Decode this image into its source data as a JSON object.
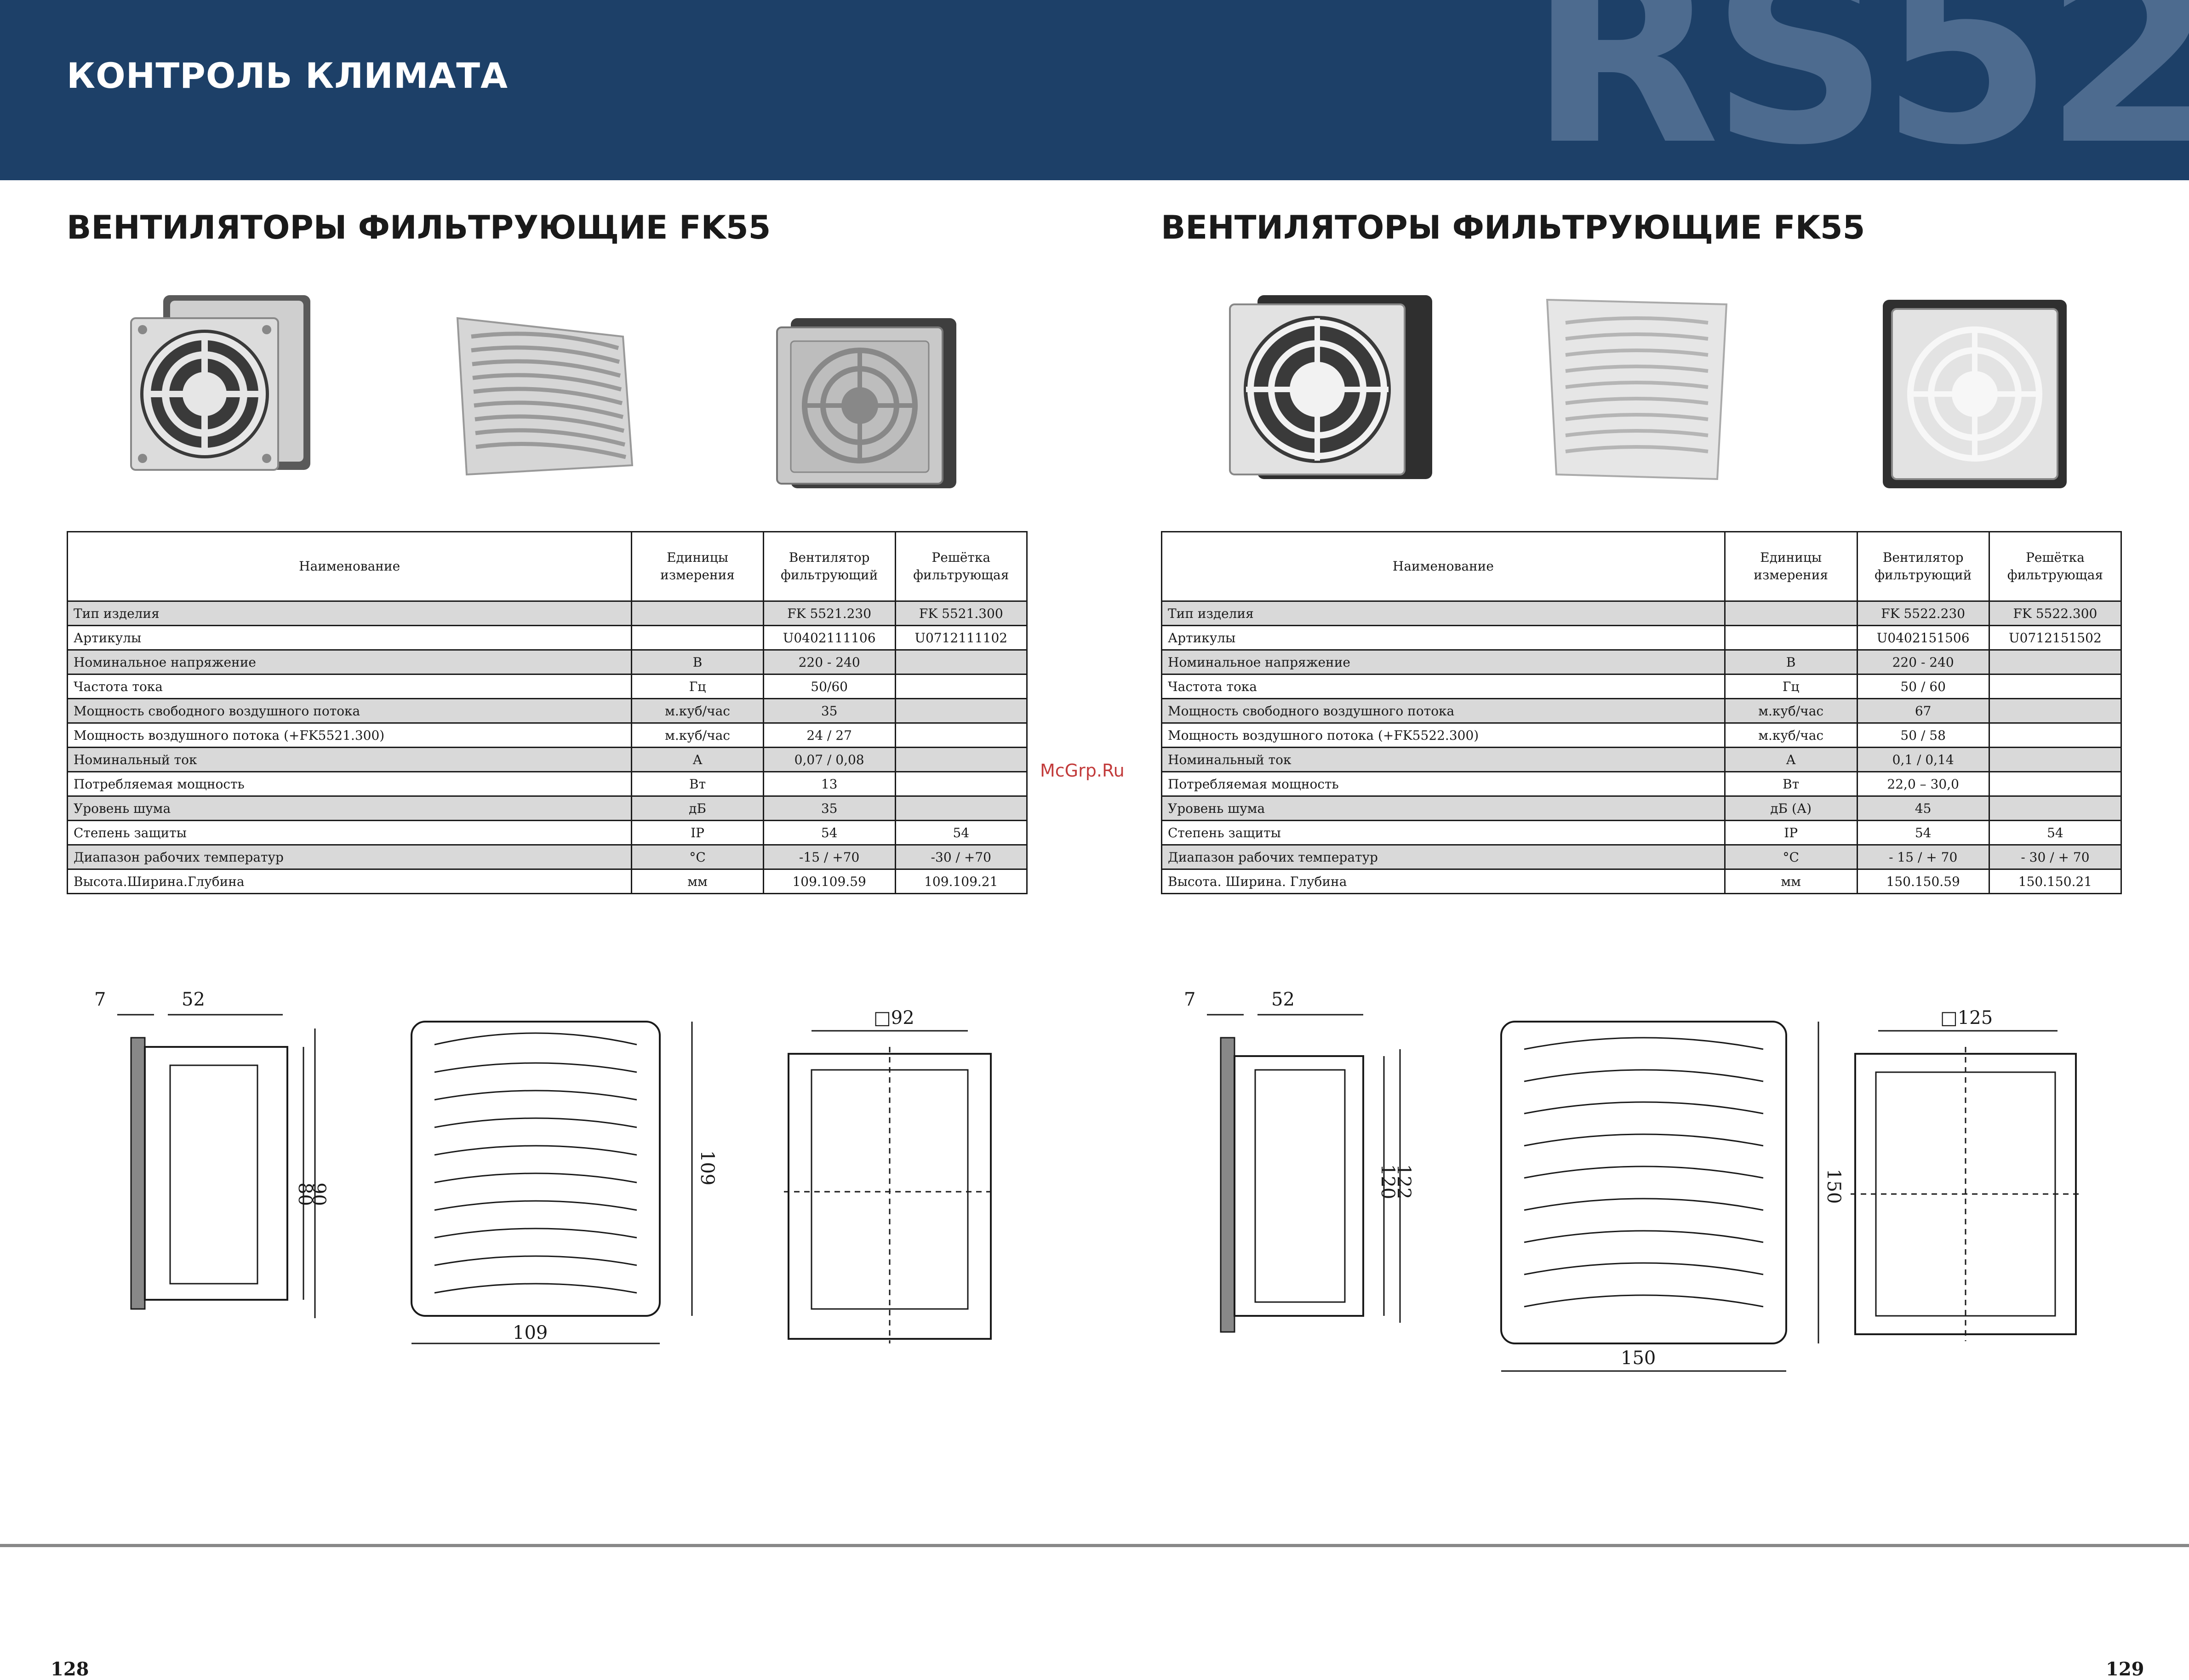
{
  "header": {
    "title": "КОНТРОЛЬ КЛИМАТА",
    "series_code": "RS52"
  },
  "watermark": "McGrp.Ru",
  "left_page": {
    "section_title": "ВЕНТИЛЯТОРЫ ФИЛЬТРУЮЩИЕ FK55",
    "table": {
      "headers": [
        "Наименование",
        "Единицы измерения",
        "Вентилятор фильтрующий",
        "Решётка фильтрующая"
      ],
      "rows": [
        [
          "Тип изделия",
          "",
          "FK 5521.230",
          "FK 5521.300"
        ],
        [
          "Артикулы",
          "",
          "U0402111106",
          "U0712111102"
        ],
        [
          "Номинальное напряжение",
          "В",
          "220 - 240",
          ""
        ],
        [
          "Частота тока",
          "Гц",
          "50/60",
          ""
        ],
        [
          "Мощность свободного воздушного потока",
          "м.куб/час",
          "35",
          ""
        ],
        [
          "Мощность воздушного потока (+FK5521.300)",
          "м.куб/час",
          "24 / 27",
          ""
        ],
        [
          "Номинальный ток",
          "А",
          "0,07 / 0,08",
          ""
        ],
        [
          "Потребляемая мощность",
          "Вт",
          "13",
          ""
        ],
        [
          "Уровень шума",
          "дБ",
          "35",
          ""
        ],
        [
          "Степень защиты",
          "IP",
          "54",
          "54"
        ],
        [
          "Диапазон рабочих температур",
          "°C",
          "-15 / +70",
          "-30 / +70"
        ],
        [
          "Высота.Ширина.Глубина",
          "мм",
          "109.109.59",
          "109.109.21"
        ]
      ]
    },
    "drawing_dims": {
      "side_offset": "7",
      "side_depth": "52",
      "side_inner": "80",
      "side_outer": "90",
      "grille_height": "109",
      "grille_width": "109",
      "cutout": "□92"
    },
    "page_number": "128"
  },
  "right_page": {
    "section_title": "ВЕНТИЛЯТОРЫ ФИЛЬТРУЮЩИЕ FK55",
    "table": {
      "headers": [
        "Наименование",
        "Единицы измерения",
        "Вентилятор фильтрующий",
        "Решётка фильтрующая"
      ],
      "rows": [
        [
          "Тип изделия",
          "",
          "FK 5522.230",
          "FK 5522.300"
        ],
        [
          "Артикулы",
          "",
          "U0402151506",
          "U0712151502"
        ],
        [
          "Номинальное напряжение",
          "В",
          "220 - 240",
          ""
        ],
        [
          "Частота тока",
          "Гц",
          "50 / 60",
          ""
        ],
        [
          "Мощность свободного воздушного потока",
          "м.куб/час",
          "67",
          ""
        ],
        [
          "Мощность воздушного потока (+FK5522.300)",
          "м.куб/час",
          "50 / 58",
          ""
        ],
        [
          "Номинальный ток",
          "А",
          "0,1 / 0,14",
          ""
        ],
        [
          "Потребляемая мощность",
          "Вт",
          "22,0 – 30,0",
          ""
        ],
        [
          "Уровень шума",
          "дБ (А)",
          "45",
          ""
        ],
        [
          "Степень защиты",
          "IP",
          "54",
          "54"
        ],
        [
          "Диапазон рабочих температур",
          "°C",
          "- 15 / + 70",
          "- 30 / + 70"
        ],
        [
          "Высота. Ширина. Глубина",
          "мм",
          "150.150.59",
          "150.150.21"
        ]
      ]
    },
    "drawing_dims": {
      "side_offset": "7",
      "side_depth": "52",
      "side_inner": "120",
      "side_outer": "122",
      "grille_height": "150",
      "grille_width": "150",
      "cutout": "□125"
    },
    "page_number": "129"
  }
}
